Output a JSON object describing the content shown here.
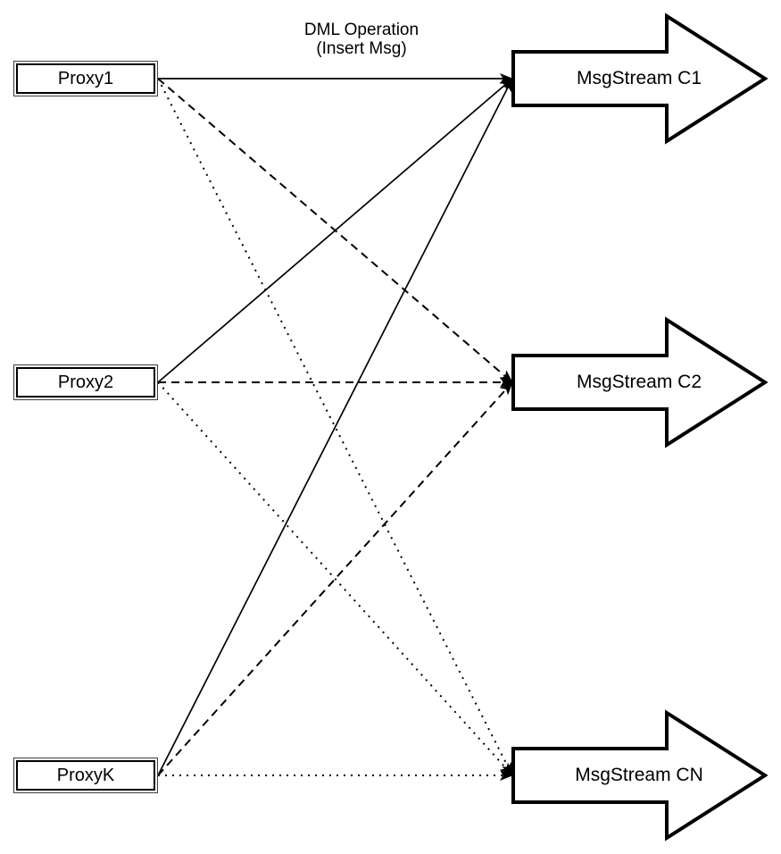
{
  "title": {
    "line1": "DML Operation",
    "line2": "(Insert Msg)"
  },
  "nodes": {
    "proxies": [
      {
        "id": "proxy1",
        "label": "Proxy1"
      },
      {
        "id": "proxy2",
        "label": "Proxy2"
      },
      {
        "id": "proxyk",
        "label": "ProxyK"
      }
    ],
    "streams": [
      {
        "id": "c1",
        "label": "MsgStream C1"
      },
      {
        "id": "c2",
        "label": "MsgStream C2"
      },
      {
        "id": "cn",
        "label": "MsgStream CN"
      }
    ]
  },
  "edges": [
    {
      "from": "proxy1",
      "to": "c1",
      "style": "solid"
    },
    {
      "from": "proxy2",
      "to": "c1",
      "style": "solid"
    },
    {
      "from": "proxyk",
      "to": "c1",
      "style": "solid"
    },
    {
      "from": "proxy1",
      "to": "c2",
      "style": "dashed"
    },
    {
      "from": "proxy2",
      "to": "c2",
      "style": "dashed"
    },
    {
      "from": "proxyk",
      "to": "c2",
      "style": "dashed"
    },
    {
      "from": "proxy1",
      "to": "cn",
      "style": "dotted"
    },
    {
      "from": "proxy2",
      "to": "cn",
      "style": "dotted"
    },
    {
      "from": "proxyk",
      "to": "cn",
      "style": "dotted"
    }
  ],
  "colors": {
    "line": "#000000",
    "shape_fill": "#ffffff",
    "background": "#ffffff"
  }
}
